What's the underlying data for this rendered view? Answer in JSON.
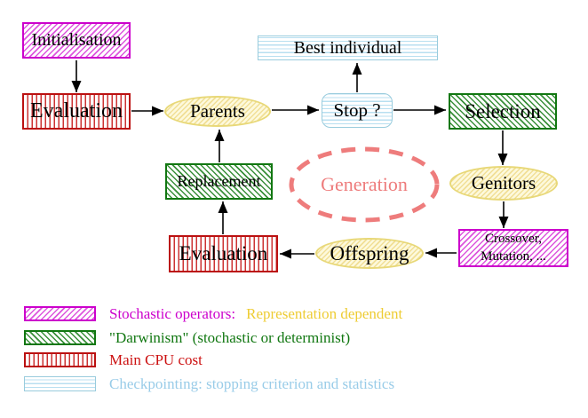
{
  "diagram": {
    "type": "flowchart",
    "subject": "Evolutionary algorithm generation loop",
    "nodes": {
      "initialisation": {
        "label": "Initialisation",
        "style": "magenta-diagonal-hatch-box"
      },
      "evaluation_top": {
        "label": "Evaluation",
        "style": "red-vertical-stripes-box"
      },
      "parents": {
        "label": "Parents",
        "style": "yellow-hatch-ellipse"
      },
      "best_individual": {
        "label": "Best individual",
        "style": "cyan-horizontal-stripes-box"
      },
      "stop": {
        "label": "Stop ?",
        "style": "cyan-horizontal-stripes-rounded-box"
      },
      "selection": {
        "label": "Selection",
        "style": "green-diagonal-hatch-box"
      },
      "replacement": {
        "label": "Replacement",
        "style": "green-diagonal-hatch-box"
      },
      "generation": {
        "label": "Generation",
        "style": "salmon-dashed-ellipse-label"
      },
      "genitors": {
        "label": "Genitors",
        "style": "yellow-hatch-ellipse"
      },
      "crossover": {
        "line1": "Crossover,",
        "line2": "Mutation, ...",
        "style": "magenta-diagonal-hatch-box"
      },
      "evaluation_bottom": {
        "label": "Evaluation",
        "style": "red-vertical-stripes-box"
      },
      "offspring": {
        "label": "Offspring",
        "style": "yellow-hatch-ellipse"
      }
    },
    "edges": [
      {
        "from": "initialisation",
        "to": "evaluation_top"
      },
      {
        "from": "evaluation_top",
        "to": "parents"
      },
      {
        "from": "parents",
        "to": "stop"
      },
      {
        "from": "stop",
        "to": "best_individual"
      },
      {
        "from": "stop",
        "to": "selection"
      },
      {
        "from": "selection",
        "to": "genitors"
      },
      {
        "from": "genitors",
        "to": "crossover"
      },
      {
        "from": "crossover",
        "to": "offspring"
      },
      {
        "from": "offspring",
        "to": "evaluation_bottom"
      },
      {
        "from": "evaluation_bottom",
        "to": "replacement"
      },
      {
        "from": "replacement",
        "to": "parents"
      }
    ],
    "legend": {
      "rows": [
        {
          "swatch": "magenta-diagonal-hatch",
          "label": "Stochastic operators:",
          "label2": "Representation dependent"
        },
        {
          "swatch": "green-diagonal-hatch",
          "label": "\"Darwinism\" (stochastic or determinist)"
        },
        {
          "swatch": "red-vertical-stripes",
          "label": "Main CPU cost"
        },
        {
          "swatch": "cyan-horizontal-stripes",
          "label": "Checkpointing: stopping criterion and statistics"
        }
      ]
    },
    "colors": {
      "stochastic_magenta": "#cc00cc",
      "representation_yellow": "#eecc33",
      "darwinism_green": "#117711",
      "cpu_cost_red": "#cc1111",
      "checkpointing_cyan": "#99cce8",
      "generation_salmon": "#ee7c7c",
      "yellow_node_border": "#e8d878",
      "arrow_black": "#000000",
      "background": "#ffffff"
    }
  }
}
